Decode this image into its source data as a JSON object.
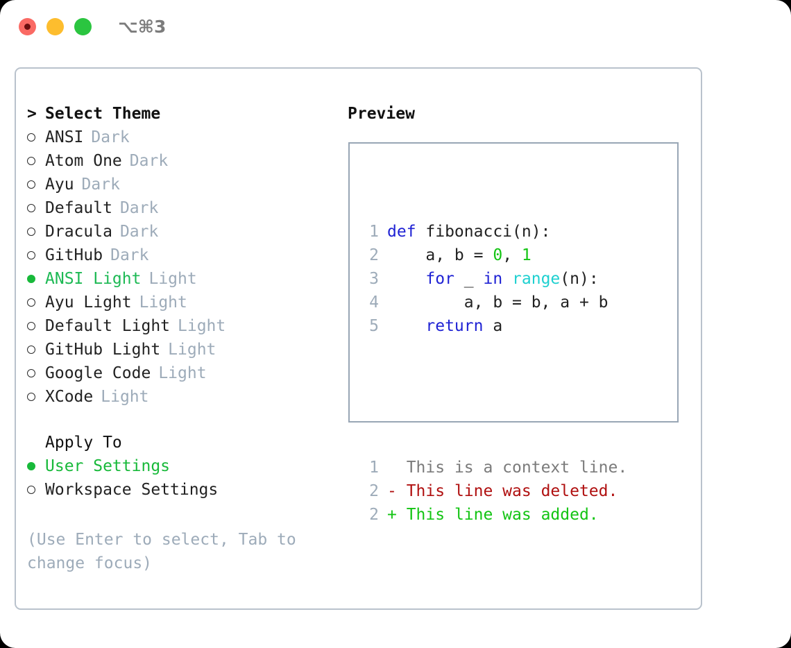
{
  "window": {
    "shortcut": "⌥⌘3",
    "traffic_lights": [
      {
        "name": "close",
        "color": "#fa6a64"
      },
      {
        "name": "minimize",
        "color": "#fdbd2e"
      },
      {
        "name": "maximize",
        "color": "#2bc540"
      }
    ]
  },
  "theme_selector": {
    "header_marker": ">",
    "header": "Select Theme",
    "items": [
      {
        "name": "ANSI",
        "tag": "Dark",
        "selected": false
      },
      {
        "name": "Atom One",
        "tag": "Dark",
        "selected": false
      },
      {
        "name": "Ayu",
        "tag": "Dark",
        "selected": false
      },
      {
        "name": "Default",
        "tag": "Dark",
        "selected": false
      },
      {
        "name": "Dracula",
        "tag": "Dark",
        "selected": false
      },
      {
        "name": "GitHub",
        "tag": "Dark",
        "selected": false
      },
      {
        "name": "ANSI Light",
        "tag": "Light",
        "selected": true
      },
      {
        "name": "Ayu Light",
        "tag": "Light",
        "selected": false
      },
      {
        "name": "Default Light",
        "tag": "Light",
        "selected": false
      },
      {
        "name": "GitHub Light",
        "tag": "Light",
        "selected": false
      },
      {
        "name": "Google Code",
        "tag": "Light",
        "selected": false
      },
      {
        "name": "XCode",
        "tag": "Light",
        "selected": false
      }
    ]
  },
  "apply_to": {
    "header": "Apply To",
    "options": [
      {
        "label": "User Settings",
        "selected": true
      },
      {
        "label": "Workspace Settings",
        "selected": false
      }
    ]
  },
  "hint": "(Use Enter to select, Tab to change focus)",
  "preview": {
    "title": "Preview",
    "code_lines": [
      {
        "no": "1",
        "tokens": [
          {
            "t": "def",
            "c": "kw"
          },
          {
            "t": " fibonacci(n):",
            "c": "plain"
          }
        ]
      },
      {
        "no": "2",
        "tokens": [
          {
            "t": "    a, b = ",
            "c": "plain"
          },
          {
            "t": "0",
            "c": "num"
          },
          {
            "t": ", ",
            "c": "plain"
          },
          {
            "t": "1",
            "c": "num"
          }
        ]
      },
      {
        "no": "3",
        "tokens": [
          {
            "t": "    ",
            "c": "plain"
          },
          {
            "t": "for",
            "c": "kw"
          },
          {
            "t": " _ ",
            "c": "plain"
          },
          {
            "t": "in",
            "c": "kw"
          },
          {
            "t": " ",
            "c": "plain"
          },
          {
            "t": "range",
            "c": "fn"
          },
          {
            "t": "(n):",
            "c": "plain"
          }
        ]
      },
      {
        "no": "4",
        "tokens": [
          {
            "t": "        a, b = b, a + b",
            "c": "plain"
          }
        ]
      },
      {
        "no": "5",
        "tokens": [
          {
            "t": "    ",
            "c": "plain"
          },
          {
            "t": "return",
            "c": "kw"
          },
          {
            "t": " a",
            "c": "plain"
          }
        ]
      }
    ],
    "diff_lines": [
      {
        "no": "1",
        "sign": "  ",
        "text": "This is a context line.",
        "cls": "ctx"
      },
      {
        "no": "2",
        "sign": "- ",
        "text": "This line was deleted.",
        "cls": "del"
      },
      {
        "no": "2",
        "sign": "+ ",
        "text": "This line was added.",
        "cls": "add"
      }
    ]
  },
  "colors": {
    "accent_green": "#18b93a",
    "keyword_blue": "#1f22d4",
    "function_cyan": "#1ed0d0",
    "number_green": "#13c413",
    "diff_deleted": "#b01010",
    "diff_added": "#13c413",
    "muted": "#9dabb9",
    "border": "#b9c2cc",
    "preview_border": "#98a6b5"
  }
}
